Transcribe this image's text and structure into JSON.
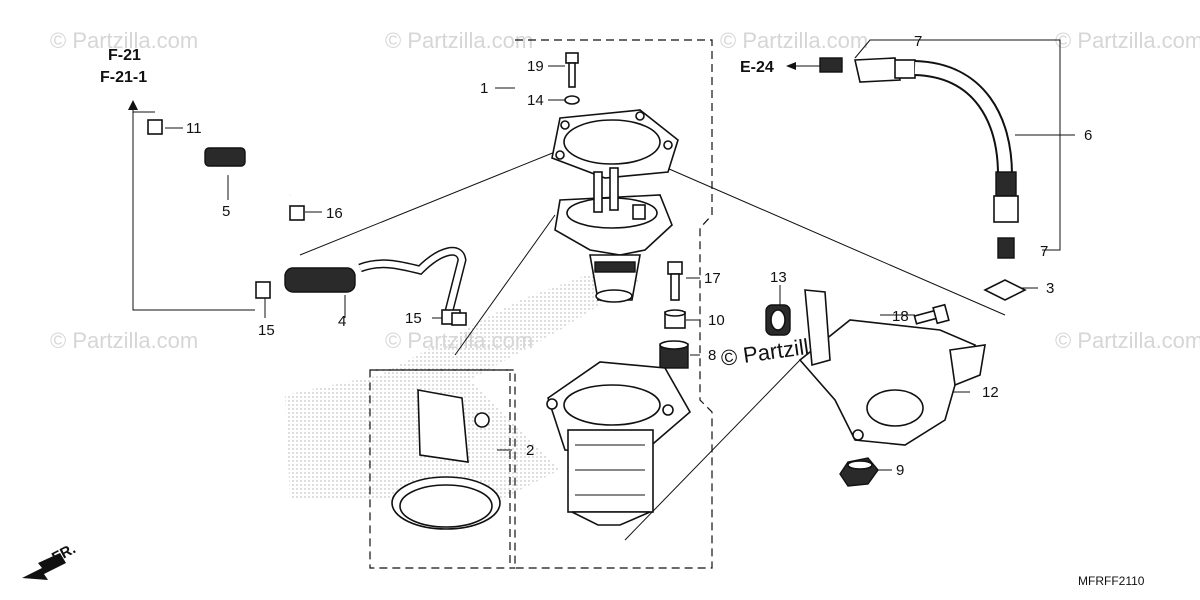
{
  "watermark_text": "© Partzilla.com",
  "center_watermark": "© Partzilla.com",
  "diagram_code": "MFRFF2110",
  "front_indicator": "FR.",
  "references": {
    "f21": "F-21",
    "f211": "F-21-1",
    "e24": "E-24"
  },
  "callouts": {
    "c1": "1",
    "c2": "2",
    "c3": "3",
    "c4": "4",
    "c5": "5",
    "c6": "6",
    "c7a": "7",
    "c7b": "7",
    "c8": "8",
    "c9": "9",
    "c10": "10",
    "c11": "11",
    "c12": "12",
    "c13": "13",
    "c14": "14",
    "c15a": "15",
    "c15b": "15",
    "c16": "16",
    "c17": "17",
    "c18": "18",
    "c19": "19"
  },
  "icons": [
    "front-arrow-icon",
    "reference-arrow-icon"
  ],
  "colors": {
    "line": "#111111",
    "watermark": "#d6d6d6",
    "background": "#ffffff"
  }
}
